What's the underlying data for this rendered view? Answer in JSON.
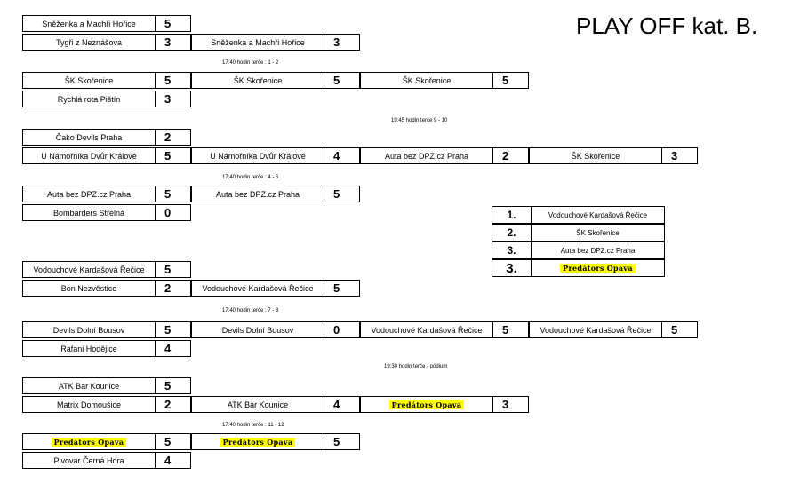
{
  "title": "PLAY OFF kat. B.",
  "matches": [
    {
      "team1": "Sněženka a Machři Hořice",
      "score1": "5",
      "team2": "Tygři z Neznášova",
      "score2": "3",
      "winner": "Sněženka a Machři Hořice",
      "winner_score": "3",
      "note": ""
    },
    {
      "team1": "ŠK Skořenice",
      "score1": "5",
      "team2": "Rychlá rota Pištín",
      "score2": "3",
      "winner": "ŠK Skořenice",
      "winner_score": "5",
      "note": "17:40 hodin terče : 1 - 2"
    },
    {
      "team1": "Čako Devils Praha",
      "score1": "2",
      "team2": "U Námořníka Dvůr Králové",
      "score2": "5",
      "winner": "U Námořníka Dvůr Králové",
      "winner_score": "4",
      "note": ""
    },
    {
      "team1": "Auta bez DPZ.cz Praha",
      "score1": "5",
      "team2": "Bombarders Střelná",
      "score2": "0",
      "winner": "Auta bez DPZ.cz Praha",
      "winner_score": "5",
      "note": "17:40 hodin terče : 4 - 5"
    },
    {
      "team1": "Vodouchové Kardašová Řečice",
      "score1": "5",
      "team2": "Bon Nezvěstice",
      "score2": "2",
      "winner": "Vodouchové Kardašová Řečice",
      "winner_score": "5",
      "note": ""
    },
    {
      "team1": "Devils Dolní Bousov",
      "score1": "5",
      "team2": "Rafani Hodějice",
      "score2": "4",
      "winner": "Devils Dolní Bousov",
      "winner_score": "0",
      "note": "17:40 hodin terče : 7 - 8"
    },
    {
      "team1": "ATK Bar Kounice",
      "score1": "5",
      "team2": "Matrix Domoušice",
      "score2": "2",
      "winner": "ATK Bar Kounice",
      "winner_score": "4",
      "note": ""
    },
    {
      "team1": "Predátors Opava",
      "score1": "5",
      "team2": "Pivovar Černá Hora",
      "score2": "4",
      "winner": "Predátors Opava",
      "winner_score": "5",
      "note": "17:40 hodin terče : 11 - 12"
    }
  ],
  "round3": [
    {
      "team": "ŠK Skořenice",
      "score": "5"
    },
    {
      "team": "Auta bez DPZ.cz Praha",
      "score": "2"
    },
    {
      "team": "Vodouchové Kardašová Řečice",
      "score": "5"
    },
    {
      "team": "Predátors Opava",
      "score": "3"
    }
  ],
  "round3_notes": [
    "19:45 hodin terče 9 - 10",
    "19:30 hodin terče - pódium"
  ],
  "round4": [
    {
      "team": "ŠK Skořenice",
      "score": "3"
    },
    {
      "team": "Vodouchové Kardašová Řečice",
      "score": "5"
    }
  ],
  "standings": [
    {
      "place": "1.",
      "team": "Vodouchové Kardašová Řečice"
    },
    {
      "place": "2.",
      "team": "ŠK Skořenice"
    },
    {
      "place": "3.",
      "team": "Auta bez DPZ.cz Praha"
    },
    {
      "place": "3.",
      "team": "Predátors Opava"
    }
  ],
  "highlight_color": "#ffff00"
}
